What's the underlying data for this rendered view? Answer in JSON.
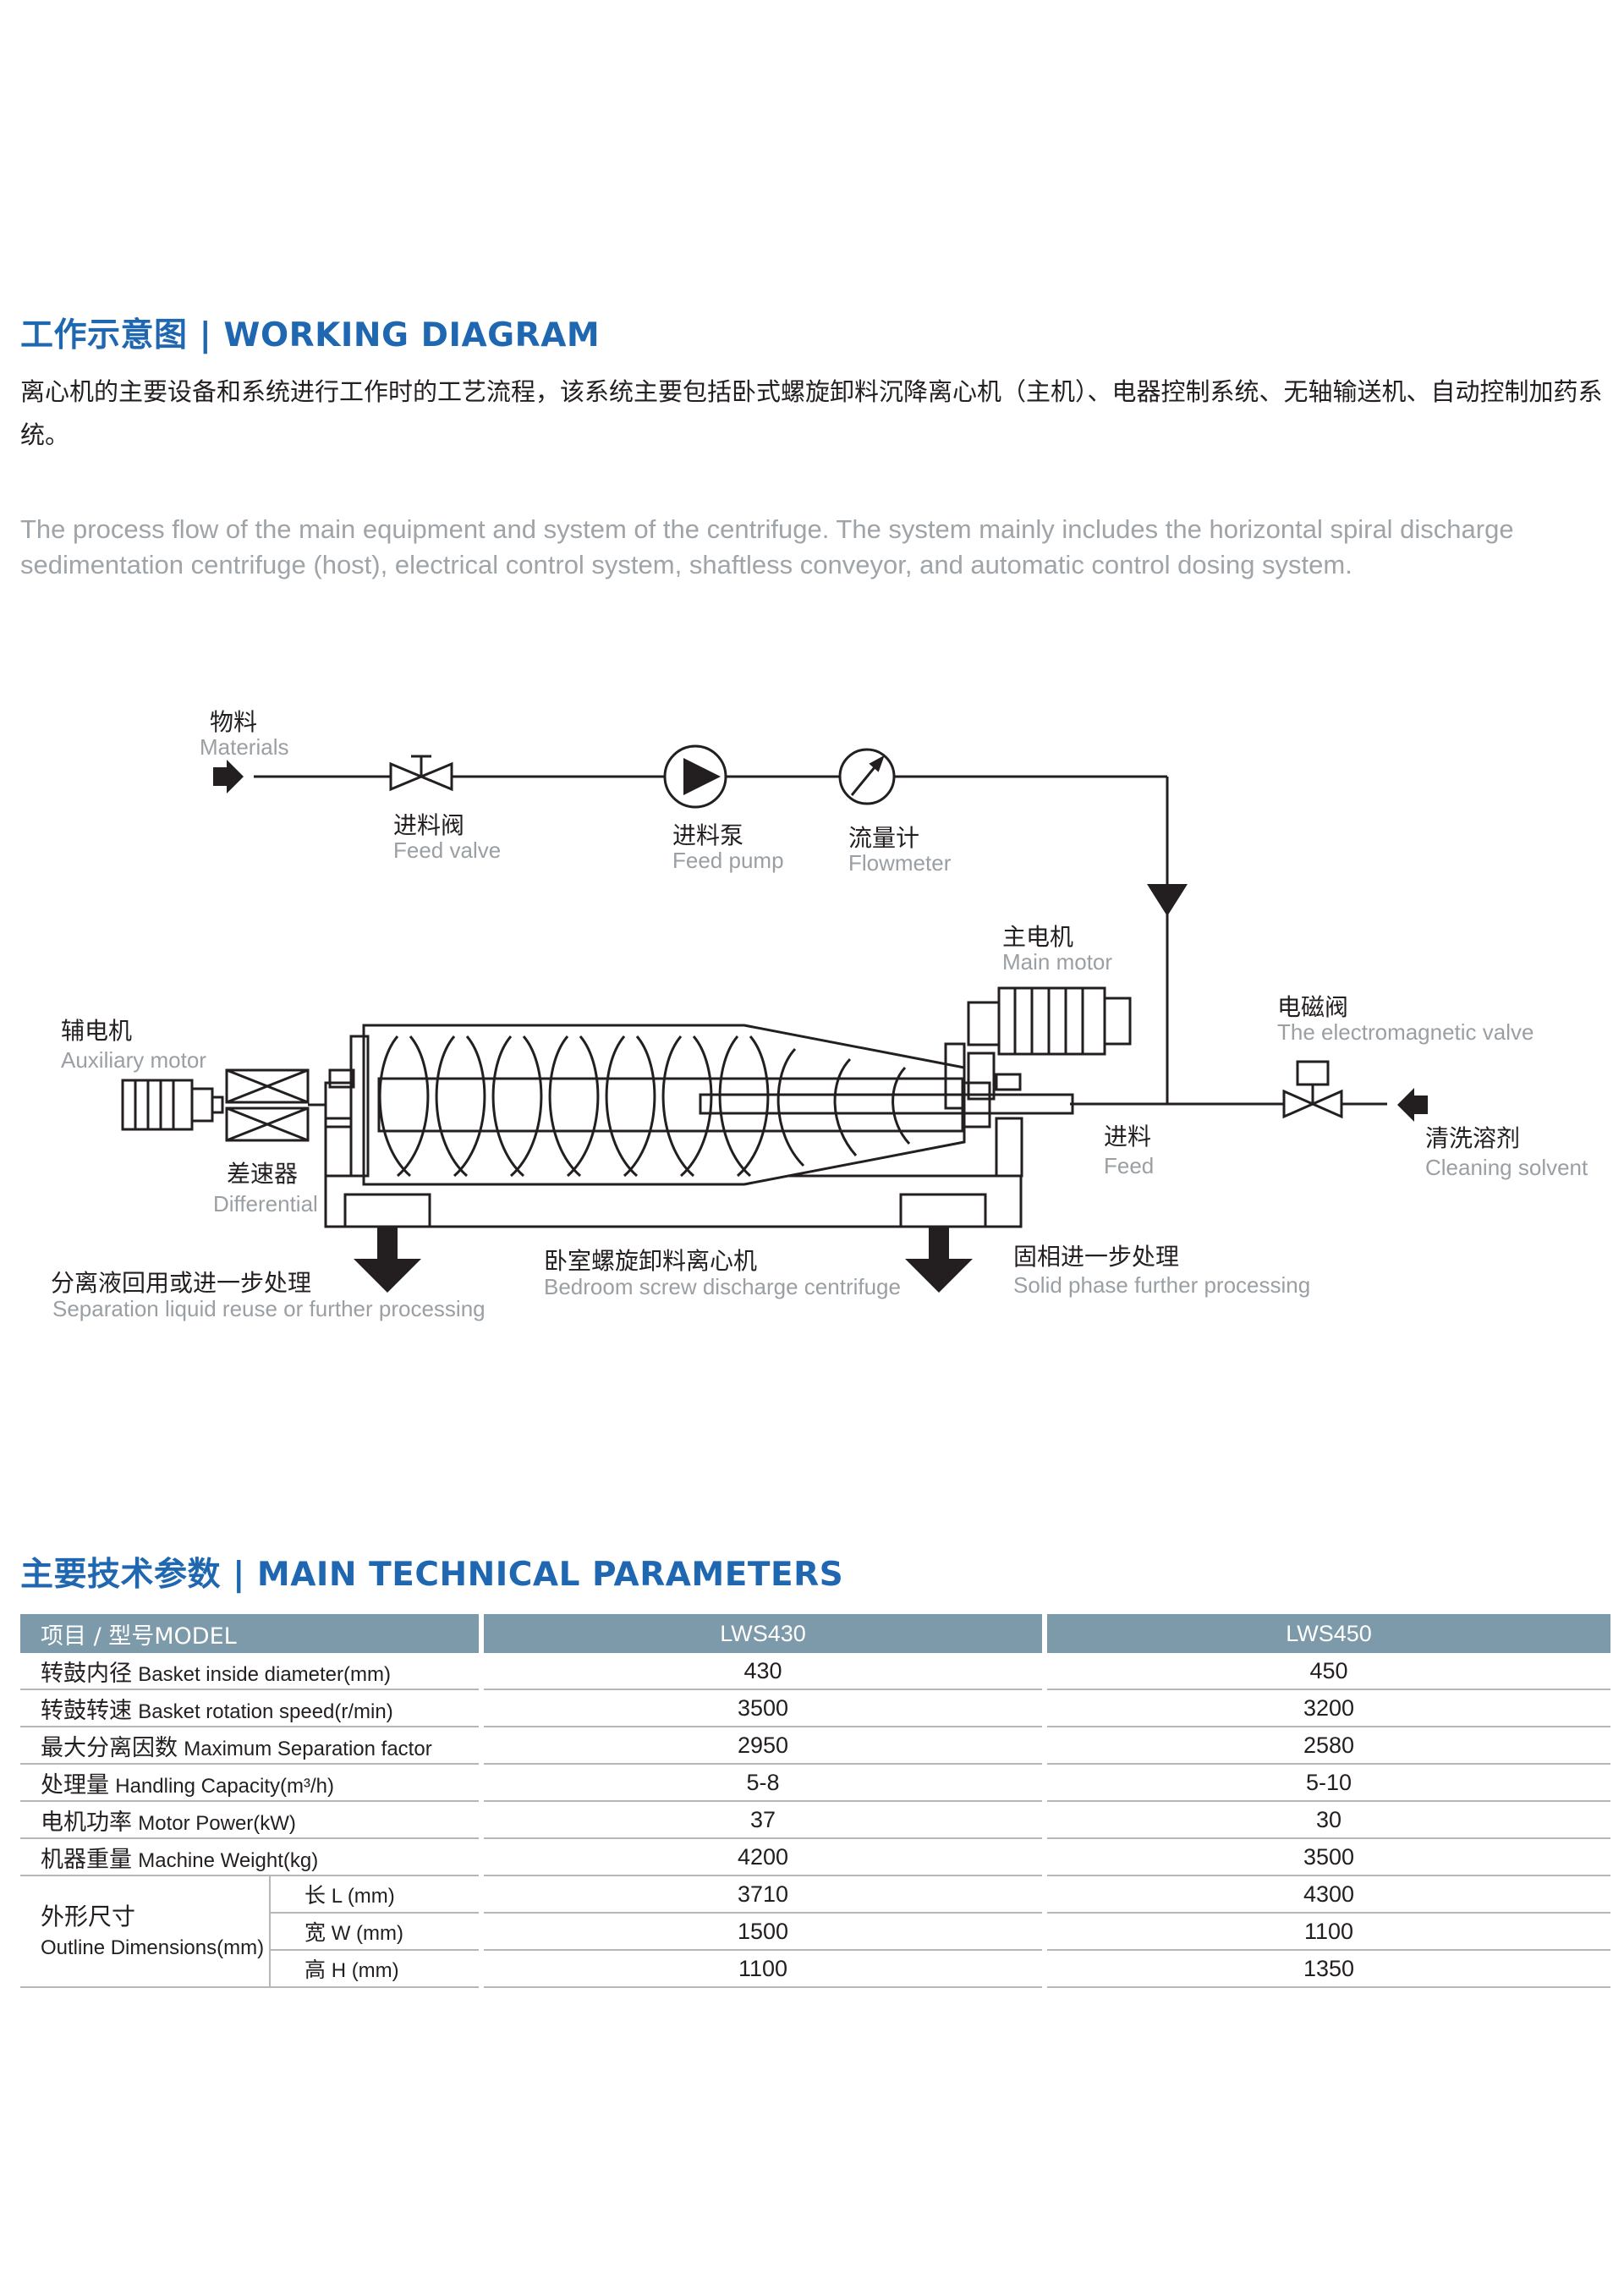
{
  "working_diagram": {
    "title_cn": "工作示意图",
    "title_sep": "|",
    "title_en": "WORKING DIAGRAM",
    "intro_cn": "离心机的主要设备和系统进行工作时的工艺流程，该系统主要包括卧式螺旋卸料沉降离心机（主机）、电器控制系统、无轴输送机、自动控制加药系统。",
    "intro_en": "The process flow of the main equipment and system of the centrifuge. The system mainly includes the horizontal spiral discharge sedimentation centrifuge (host), electrical control system, shaftless conveyor, and automatic control dosing system.",
    "labels": {
      "materials": {
        "cn": "物料",
        "en": "Materials"
      },
      "feed_valve": {
        "cn": "进料阀",
        "en": "Feed valve"
      },
      "feed_pump": {
        "cn": "进料泵",
        "en": "Feed pump"
      },
      "flowmeter": {
        "cn": "流量计",
        "en": "Flowmeter"
      },
      "main_motor": {
        "cn": "主电机",
        "en": "Main motor"
      },
      "em_valve": {
        "cn": "电磁阀",
        "en": "The electromagnetic valve"
      },
      "aux_motor": {
        "cn": "辅电机",
        "en": "Auxiliary motor"
      },
      "feed": {
        "cn": "进料",
        "en": "Feed"
      },
      "cleaning": {
        "cn": "清洗溶剂",
        "en": "Cleaning solvent"
      },
      "differential": {
        "cn": "差速器",
        "en": "Differential"
      },
      "separation": {
        "cn": "分离液回用或进一步处理",
        "en": "Separation liquid reuse or further processing"
      },
      "centrifuge": {
        "cn": "卧室螺旋卸料离心机",
        "en": "Bedroom screw discharge centrifuge"
      },
      "solid": {
        "cn": "固相进一步处理",
        "en": "Solid phase further processing"
      }
    }
  },
  "parameters": {
    "title_cn": "主要技术参数",
    "title_sep": "|",
    "title_en": "MAIN TECHNICAL PARAMETERS",
    "header": {
      "item": "项目 / 型号MODEL",
      "model_a": "LWS430",
      "model_b": "LWS450"
    },
    "rows": [
      {
        "cn": "转鼓内径",
        "en": "Basket inside diameter(mm)",
        "a": "430",
        "b": "450"
      },
      {
        "cn": "转鼓转速",
        "en": "Basket rotation speed(r/min)",
        "a": "3500",
        "b": "3200"
      },
      {
        "cn": "最大分离因数",
        "en": "Maximum Separation factor",
        "a": "2950",
        "b": "2580"
      },
      {
        "cn": "处理量",
        "en": "Handling Capacity(m³/h)",
        "a": "5-8",
        "b": "5-10"
      },
      {
        "cn": "电机功率",
        "en": "Motor Power(kW)",
        "a": "37",
        "b": "30"
      },
      {
        "cn": "机器重量",
        "en": "Machine Weight(kg)",
        "a": "4200",
        "b": "3500"
      }
    ],
    "dimensions": {
      "cn": "外形尺寸",
      "en": "Outline Dimensions(mm)",
      "rows": [
        {
          "cn": "长",
          "en": "L (mm)",
          "a": "3710",
          "b": "4300"
        },
        {
          "cn": "宽",
          "en": "W (mm)",
          "a": "1500",
          "b": "1100"
        },
        {
          "cn": "高",
          "en": "H (mm)",
          "a": "1100",
          "b": "1350"
        }
      ]
    }
  }
}
